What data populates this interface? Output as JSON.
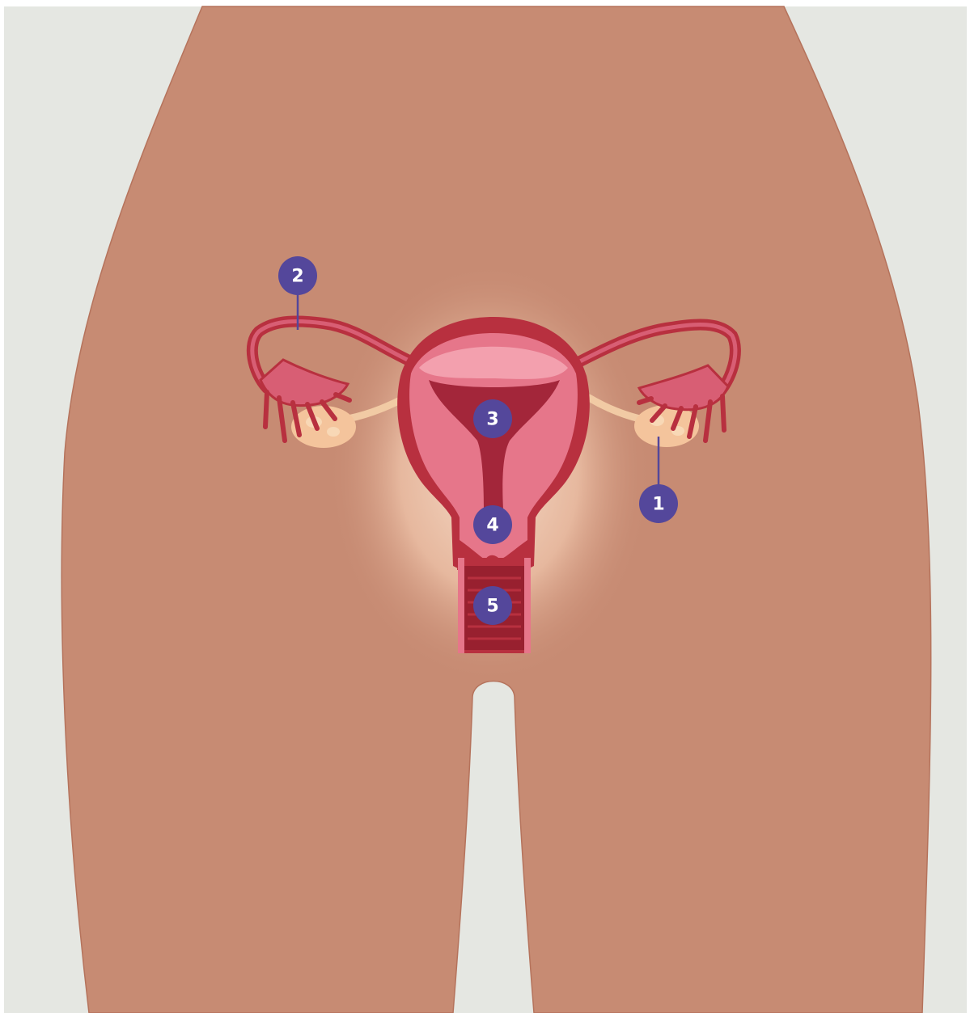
{
  "colors": {
    "background": "#e5e7e2",
    "frame": "#ffffff",
    "skin": "#c78b73",
    "skin_outline": "#b5735c",
    "glow": "#f2cdb7",
    "uterus_wall": "#b8303f",
    "uterus_wall_dark": "#98202f",
    "endometrium": "#e6768a",
    "endometrium_light": "#f3a0ae",
    "cavity": "#a3263a",
    "tube": "#b8303f",
    "fimbria": "#d85e74",
    "ovary": "#f4c49c",
    "ovary_ligament": "#f1caa4",
    "marker_fill": "#54479b",
    "marker_line": "#54479b",
    "marker_text": "#ffffff"
  },
  "markers": [
    {
      "id": "ovary",
      "label": "1",
      "icon": "ovary-marker"
    },
    {
      "id": "fallopian-tube",
      "label": "2",
      "icon": "fallopian-tube-marker"
    },
    {
      "id": "uterus",
      "label": "3",
      "icon": "uterus-marker"
    },
    {
      "id": "cervix",
      "label": "4",
      "icon": "cervix-marker"
    },
    {
      "id": "vagina",
      "label": "5",
      "icon": "vagina-marker"
    }
  ]
}
